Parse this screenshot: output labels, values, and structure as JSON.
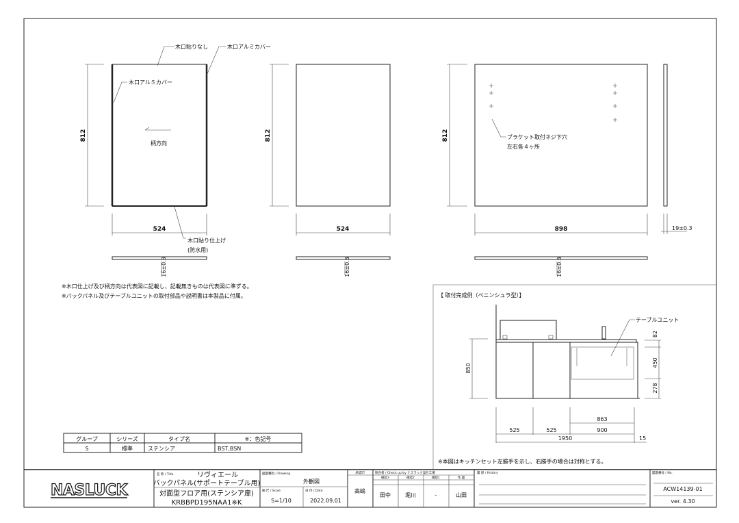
{
  "labels": {
    "no_edge_tape": "木口貼りなし",
    "aluminum_cover_top": "木口アルミカバー",
    "aluminum_cover_left": "木口アルミカバー",
    "grain_direction": "柄方向",
    "edge_finish": "木口貼り仕上げ",
    "waterproof": "(防水用)",
    "bracket_holes_1": "ブラケット取付ネジ下穴",
    "bracket_holes_2": "左右各４ヶ所"
  },
  "dimensions": {
    "height_1": "812",
    "height_2": "812",
    "height_3": "812",
    "width_1": "524",
    "width_2": "524",
    "width_3": "898",
    "thickness_1": "16±0.3",
    "thickness_2": "16±0.3",
    "thickness_3": "16±0.3",
    "side_thickness": "19±0.3"
  },
  "notes": [
    "※木口仕上げ及び柄方向は代表図に記載し、記載無きものは代表図に準ずる。",
    "※バックパネル及びテーブルユニットの取付部品や説明書は本製品に付属。"
  ],
  "spec_table": {
    "headers": [
      "グループ",
      "シリーズ",
      "タイプ名",
      "※：色記号"
    ],
    "row": [
      "S",
      "標準",
      "ステンシア",
      "BST,BSN"
    ]
  },
  "detail": {
    "title": "【 取付完成例（ペニンシュラ型）】",
    "table_unit": "テーブルユニット",
    "dims": {
      "height": "850",
      "top": "82",
      "mid": "450",
      "bottom": "278",
      "w1": "525",
      "w2": "525",
      "w3": "900",
      "w_inner": "863",
      "total": "1950",
      "overhang": "15"
    },
    "note": "※本図はキッチンセット左勝手を示し、右勝手の場合は対称とする。"
  },
  "title_block": {
    "logo": "NASLUCK",
    "title_label": "名 称 / Title",
    "product": "リヴィエール",
    "title_line2": "バックパネル(サポートテーブル用)",
    "title_line3": "対面型フロア用(ステンシア扉)",
    "model": "KRBBPD195NAA1※K",
    "drawing_label": "図面種別 / Drawing",
    "drawing_type": "外観図",
    "scale_label": "縮 尺 / Scale",
    "scale": "S=1/10",
    "date_label": "日 付 / Date",
    "date": "2022.09.01",
    "approval_label": "承認印",
    "approver": "高嶋",
    "check_label": "照合者 / Check up by ナスラック設計工場",
    "check_headers": [
      "確認3",
      "確認2",
      "確認1",
      "作 図"
    ],
    "check_names": [
      "田中",
      "堀川",
      "-",
      "山田"
    ],
    "history_label": "履 歴 / History",
    "number_label": "図面番号 / No.",
    "number": "ACW14139-01",
    "version": "ver. 4.30"
  }
}
